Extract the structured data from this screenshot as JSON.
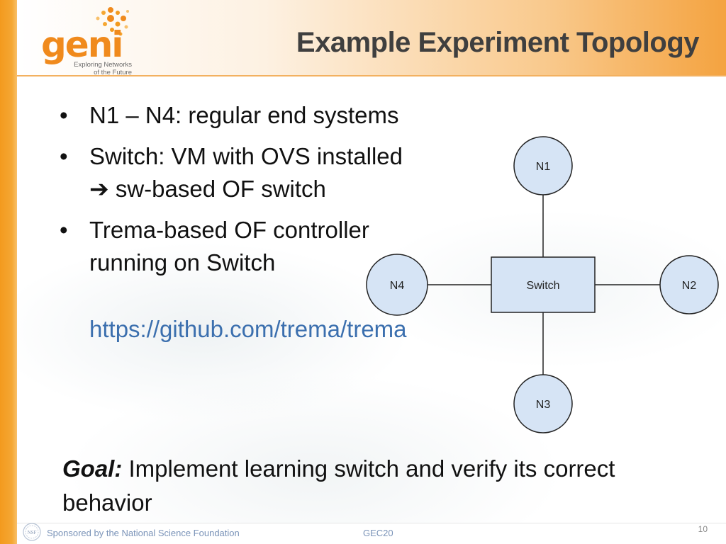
{
  "header": {
    "title": "Example Experiment Topology",
    "logo": {
      "word": "geni",
      "tagline_line1": "Exploring Networks",
      "tagline_line2": "of the Future"
    }
  },
  "bullets": [
    {
      "lines": [
        "N1 – N4: regular end systems"
      ]
    },
    {
      "lines": [
        "Switch: VM with OVS installed",
        "➔ sw-based OF switch"
      ]
    },
    {
      "lines": [
        "Trema-based OF controller",
        "running on Switch"
      ]
    }
  ],
  "bullet_glyph": "•",
  "link": "https://github.com/trema/trema",
  "diagram": {
    "nodes": {
      "n1": "N1",
      "n2": "N2",
      "n3": "N3",
      "n4": "N4",
      "switch": "Switch"
    },
    "colors": {
      "node_fill": "#d6e4f5",
      "node_stroke": "#222222",
      "edge": "#222222"
    }
  },
  "goal": {
    "label": "Goal:",
    "text": " Implement learning switch and verify its correct behavior"
  },
  "footer": {
    "sponsor": "Sponsored by the National Science Foundation",
    "event": "GEC20",
    "page_number": "10",
    "nsf_mark": "NSF"
  },
  "colors": {
    "accent_orange": "#f39a1e",
    "link_blue": "#3b6fae",
    "title_gray": "#3f3f3f"
  }
}
